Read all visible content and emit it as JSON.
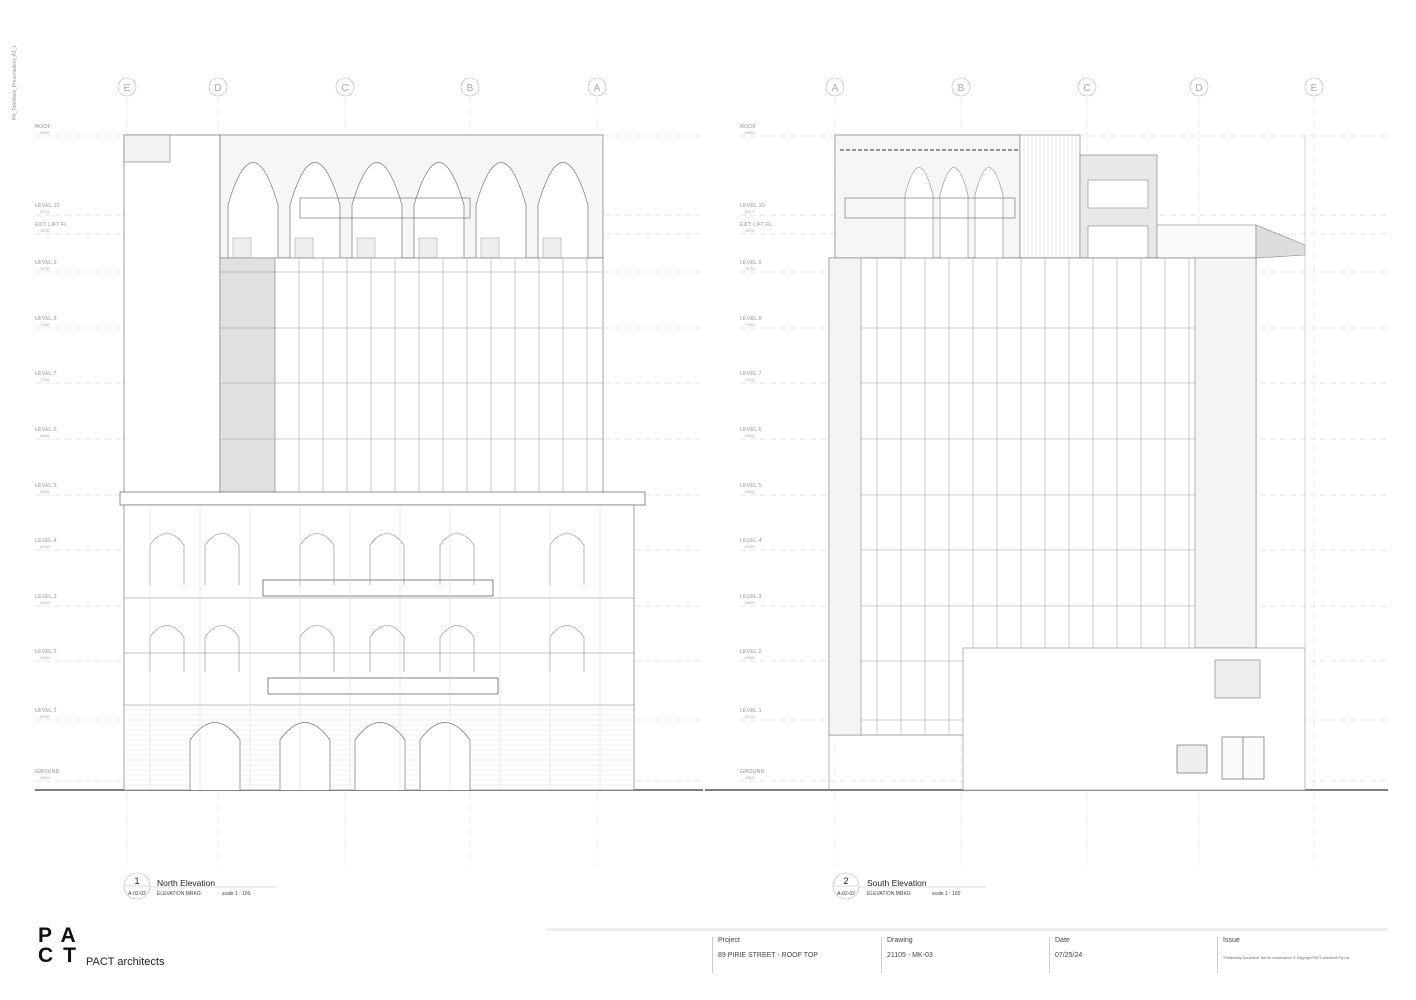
{
  "sheet_name": "PA_Titleblock_Presentation_A1_L",
  "levels": [
    {
      "name": "ROOF",
      "rl": "84850"
    },
    {
      "name": "LEVEL 10",
      "rl": "80170"
    },
    {
      "name": "EXT. LIFT FL",
      "rl": "78750"
    },
    {
      "name": "LEVEL 9",
      "rl": "76750"
    },
    {
      "name": "LEVEL 8",
      "rl": "73450"
    },
    {
      "name": "LEVEL 7",
      "rl": "70150"
    },
    {
      "name": "LEVEL 6",
      "rl": "66850"
    },
    {
      "name": "LEVEL 5",
      "rl": "63550"
    },
    {
      "name": "LEVEL 4",
      "rl": "60250"
    },
    {
      "name": "LEVEL 3",
      "rl": "56950"
    },
    {
      "name": "LEVEL 2",
      "rl": "53650"
    },
    {
      "name": "LEVEL 1",
      "rl": "50150"
    },
    {
      "name": "GROUND",
      "rl": "46520"
    }
  ],
  "grids_north": [
    "E",
    "D",
    "C",
    "B",
    "A"
  ],
  "grids_south": [
    "A",
    "B",
    "C",
    "D",
    "E"
  ],
  "views": [
    {
      "number": "1",
      "sheet": "A-02-02",
      "title": "North Elevation",
      "subtitle": "ELEVATION MRKG",
      "scale": "scale 1 : 100"
    },
    {
      "number": "2",
      "sheet": "A-02-02",
      "title": "South Elevation",
      "subtitle": "ELEVATION MRKG",
      "scale": "scale 1 : 100"
    }
  ],
  "title_block": {
    "project_label": "Project",
    "project": "89 PIRIE STREET - ROOF TOP",
    "drawing_label": "Drawing",
    "drawing": "21105 - MK-03",
    "date_label": "Date",
    "date": "07/25/24",
    "issue_label": "Issue",
    "note": "*Preliminary Document. Not for construction. © Copyright PACT architects Pty Ltd"
  },
  "logo": {
    "mark": "PACT",
    "name": "PACT architects"
  }
}
